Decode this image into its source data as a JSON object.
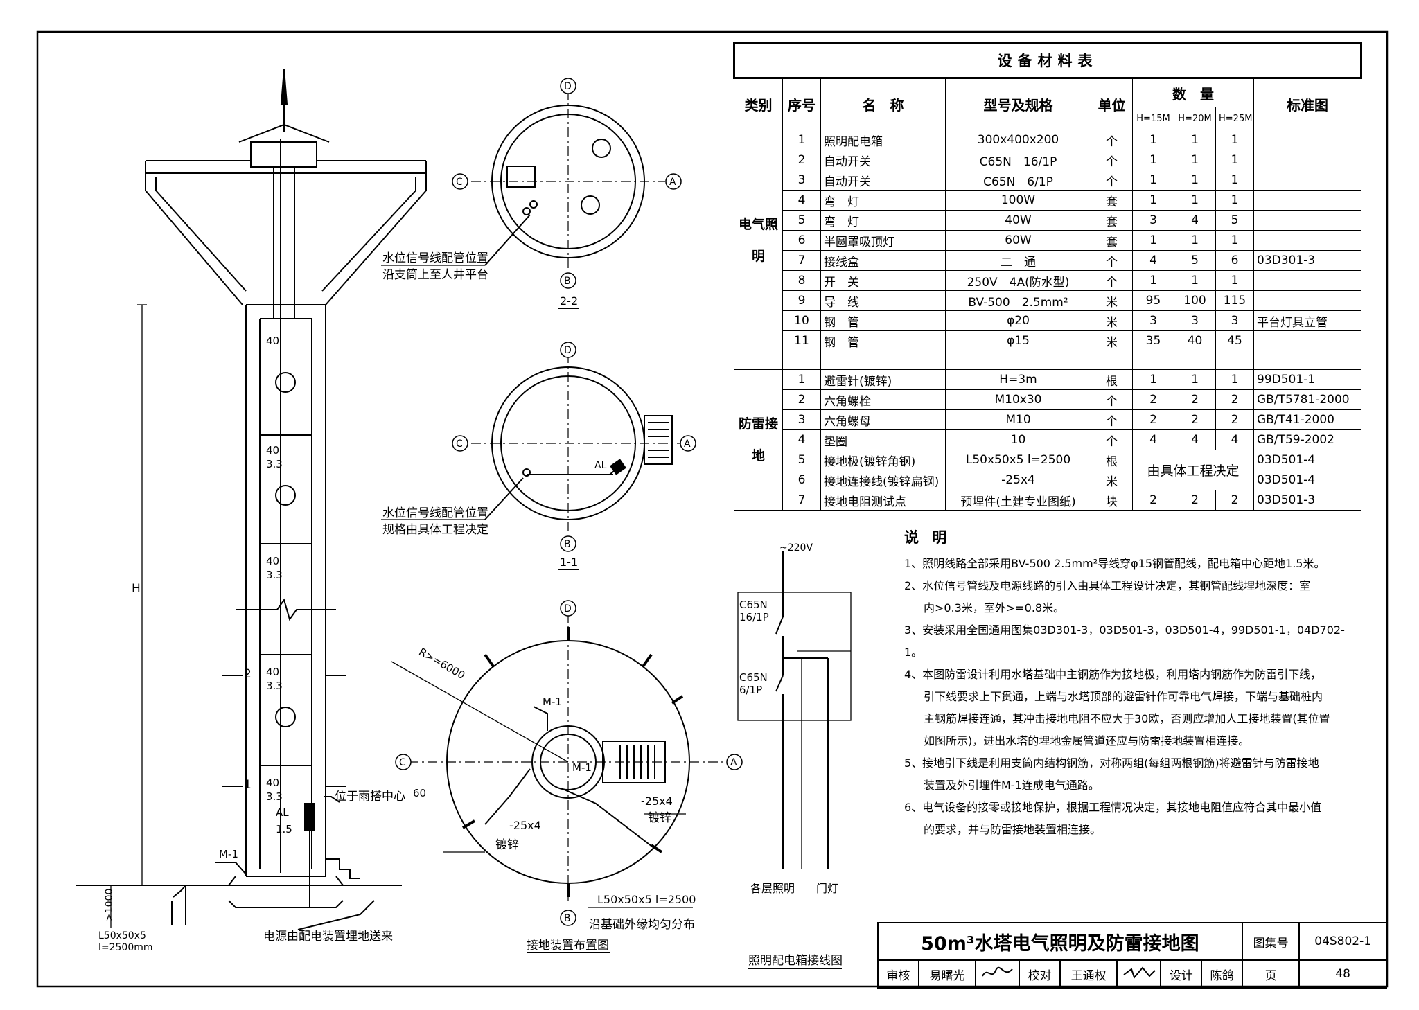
{
  "table": {
    "title": "设备材料表",
    "headers": {
      "category": "类别",
      "no": "序号",
      "name": "名　称",
      "spec": "型号及规格",
      "unit": "单位",
      "qty": "数　量",
      "standard": "标准图",
      "h15": "H=15M",
      "h20": "H=20M",
      "h25": "H=25M"
    },
    "electric_label": "电气照明",
    "lightning_label": "防雷接地",
    "electric_rows": [
      {
        "no": "1",
        "name": "照明配电箱",
        "spec": "300x400x200",
        "unit": "个",
        "q15": "1",
        "q20": "1",
        "q25": "1",
        "std": ""
      },
      {
        "no": "2",
        "name": "自动开关",
        "spec": "C65N　16/1P",
        "unit": "个",
        "q15": "1",
        "q20": "1",
        "q25": "1",
        "std": ""
      },
      {
        "no": "3",
        "name": "自动开关",
        "spec": "C65N　6/1P",
        "unit": "个",
        "q15": "1",
        "q20": "1",
        "q25": "1",
        "std": ""
      },
      {
        "no": "4",
        "name": "弯　灯",
        "spec": "100W",
        "unit": "套",
        "q15": "1",
        "q20": "1",
        "q25": "1",
        "std": ""
      },
      {
        "no": "5",
        "name": "弯　灯",
        "spec": "40W",
        "unit": "套",
        "q15": "3",
        "q20": "4",
        "q25": "5",
        "std": ""
      },
      {
        "no": "6",
        "name": "半圆罩吸顶灯",
        "spec": "60W",
        "unit": "套",
        "q15": "1",
        "q20": "1",
        "q25": "1",
        "std": ""
      },
      {
        "no": "7",
        "name": "接线盒",
        "spec": "二　通",
        "unit": "个",
        "q15": "4",
        "q20": "5",
        "q25": "6",
        "std": "03D301-3"
      },
      {
        "no": "8",
        "name": "开　关",
        "spec": "250V　4A(防水型)",
        "unit": "个",
        "q15": "1",
        "q20": "1",
        "q25": "1",
        "std": ""
      },
      {
        "no": "9",
        "name": "导　线",
        "spec": "BV-500　2.5mm²",
        "unit": "米",
        "q15": "95",
        "q20": "100",
        "q25": "115",
        "std": ""
      },
      {
        "no": "10",
        "name": "钢　管",
        "spec": "φ20",
        "unit": "米",
        "q15": "3",
        "q20": "3",
        "q25": "3",
        "std": "平台灯具立管"
      },
      {
        "no": "11",
        "name": "钢　管",
        "spec": "φ15",
        "unit": "米",
        "q15": "35",
        "q20": "40",
        "q25": "45",
        "std": ""
      }
    ],
    "lightning_rows": [
      {
        "no": "1",
        "name": "避雷针(镀锌)",
        "spec": "H=3m",
        "unit": "根",
        "q15": "1",
        "q20": "1",
        "q25": "1",
        "std": "99D501-1"
      },
      {
        "no": "2",
        "name": "六角螺栓",
        "spec": "M10x30",
        "unit": "个",
        "q15": "2",
        "q20": "2",
        "q25": "2",
        "std": "GB/T5781-2000"
      },
      {
        "no": "3",
        "name": "六角螺母",
        "spec": "M10",
        "unit": "个",
        "q15": "2",
        "q20": "2",
        "q25": "2",
        "std": "GB/T41-2000"
      },
      {
        "no": "4",
        "name": "垫圈",
        "spec": "10",
        "unit": "个",
        "q15": "4",
        "q20": "4",
        "q25": "4",
        "std": "GB/T59-2002"
      },
      {
        "no": "5",
        "name": "接地极(镀锌角钢)",
        "spec": "L50x50x5 l=2500",
        "unit": "根",
        "std": "03D501-4"
      },
      {
        "no": "6",
        "name": "接地连接线(镀锌扁钢)",
        "spec": "-25x4",
        "unit": "米",
        "std": "03D501-4"
      },
      {
        "no": "7",
        "name": "接地电阻测试点",
        "spec": "预埋件(土建专业图纸)",
        "unit": "块",
        "q15": "2",
        "q20": "2",
        "q25": "2",
        "std": "03D501-3"
      }
    ],
    "decided_by_project": "由具体工程决定"
  },
  "notes": {
    "title": "说 明",
    "items": [
      "1、照明线路全部采用BV-500 2.5mm²导线穿φ15钢管配线，配电箱中心距地1.5米。",
      "2、水位信号管线及电源线路的引入由具体工程设计决定，其钢管配线埋地深度：室",
      "内>0.3米，室外>=0.8米。",
      "3、安装采用全国通用图集03D301-3，03D501-3，03D501-4，99D501-1，04D702-1。",
      "4、本图防雷设计利用水塔基础中主钢筋作为接地极，利用塔内钢筋作为防雷引下线，",
      "引下线要求上下贯通，上端与水塔顶部的避雷针作可靠电气焊接，下端与基础桩内",
      "主钢筋焊接连通，其冲击接地电阻不应大于30欧，否则应增加人工接地装置(其位置",
      "如图所示)，进出水塔的埋地金属管道还应与防雷接地装置相连接。",
      "5、接地引下线是利用支筒内结构钢筋，对称两组(每组两根钢筋)将避雷针与防雷接地",
      "装置及外引埋件M-1连成电气通路。",
      "6、电气设备的接零或接地保护，根据工程情况决定，其接地电阻值应符合其中最小值",
      "的要求，并与防雷接地装置相连接。"
    ]
  },
  "title_block": {
    "title": "50m³水塔电气照明及防雷接地图",
    "atlas_label": "图集号",
    "atlas_no": "04S802-1",
    "review_label": "审核",
    "reviewer": "易曙光",
    "check_label": "校对",
    "checker": "王通权",
    "design_label": "设计",
    "designer": "陈鸽",
    "page_label": "页",
    "page_no": "48"
  },
  "drawing": {
    "section_2_2": "2-2",
    "section_1_1": "1-1",
    "grounding_layout_title": "接地装置布置图",
    "panel_wiring_title": "照明配电箱接线图",
    "axis": {
      "a": "A",
      "b": "B",
      "c": "C",
      "d": "D"
    },
    "note_22_a": "水位信号线配管位置",
    "note_22_b": "沿支筒上至人井平台",
    "note_11_a": "水位信号线配管位置",
    "note_11_b": "规格由具体工程决定",
    "al": "AL",
    "radius": "R>=6000",
    "m1": "M-1",
    "flat_steel": "-25x4",
    "galv": "镀锌",
    "angle_steel": "L50x50x5 l=2500",
    "even_dist": "沿基础外缘均匀分布",
    "voltage": "~220V",
    "c65n": "C65N",
    "p16": "16/1P",
    "p6": "6/1P",
    "lamp_floor": "各层照明",
    "lamp_door": "门灯",
    "h": "H",
    "lamp40": "40",
    "h33": "3.3",
    "rain_center": "位于雨搭中心",
    "circ60": "60",
    "al_h": "1.5",
    "gnd_depth": ">1000",
    "angle_left_1": "L50x50x5",
    "angle_left_2": "l=2500mm",
    "power_in": "电源由配电装置埋地送来",
    "sec2": "2",
    "sec1": "1"
  }
}
